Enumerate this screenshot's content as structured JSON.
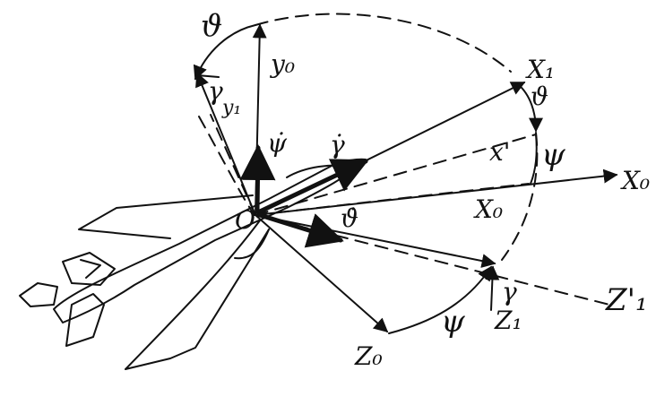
{
  "colors": {
    "ink": "#111111",
    "background": "#ffffff"
  },
  "labels": {
    "y0": "y₀",
    "y1": "y₁",
    "gamma_top": "γ",
    "theta_top": "ϑ",
    "psi_dot": "ψ̇",
    "gamma_dot": "γ̇",
    "theta_dot": "ϑ̇",
    "origin": "O",
    "x1": "X₁",
    "theta_right": "ϑ",
    "psi_right": "ψ",
    "x_prime": "x'",
    "x0_axis": "X₀",
    "x0_proj": "X₀",
    "gamma_bottom": "γ",
    "z1": "Z₁",
    "z1_prime": "Z'₁",
    "psi_bottom": "ψ",
    "z0": "Z₀"
  }
}
